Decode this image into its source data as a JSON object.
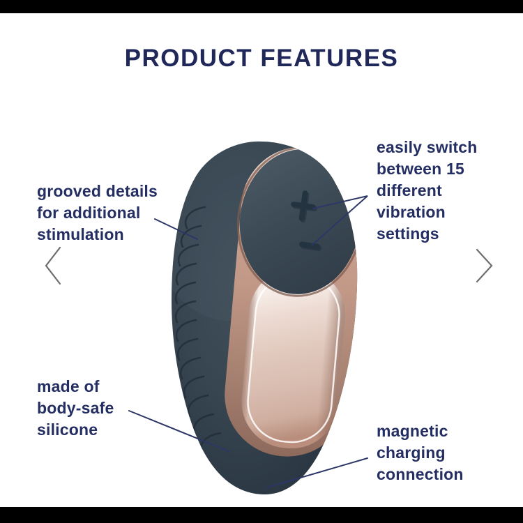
{
  "title": "PRODUCT FEATURES",
  "features": [
    {
      "id": "grooved-details",
      "text": "grooved details\nfor additional\nstimulation"
    },
    {
      "id": "vibration-settings",
      "text": "easily switch\nbetween 15\ndifferent\nvibration\nsettings"
    },
    {
      "id": "body-safe-silicone",
      "text": "made of\nbody-safe\nsilicone"
    },
    {
      "id": "magnetic-charging",
      "text": "magnetic\ncharging\nconnection"
    }
  ],
  "carousel": {
    "prev_icon": "chevron-left",
    "next_icon": "chevron-right"
  },
  "product": {
    "plus_icon": "plus",
    "minus_icon": "minus",
    "body_color": "#33414d",
    "metal_color": "#e2cabf",
    "rim_color": "#c29887"
  },
  "colors": {
    "text_navy": "#242e62",
    "title_navy": "#20285a",
    "connector_line": "#2c3766",
    "chevron_gray": "#6d6d6d",
    "letterbox": "#000000",
    "background": "#ffffff"
  }
}
